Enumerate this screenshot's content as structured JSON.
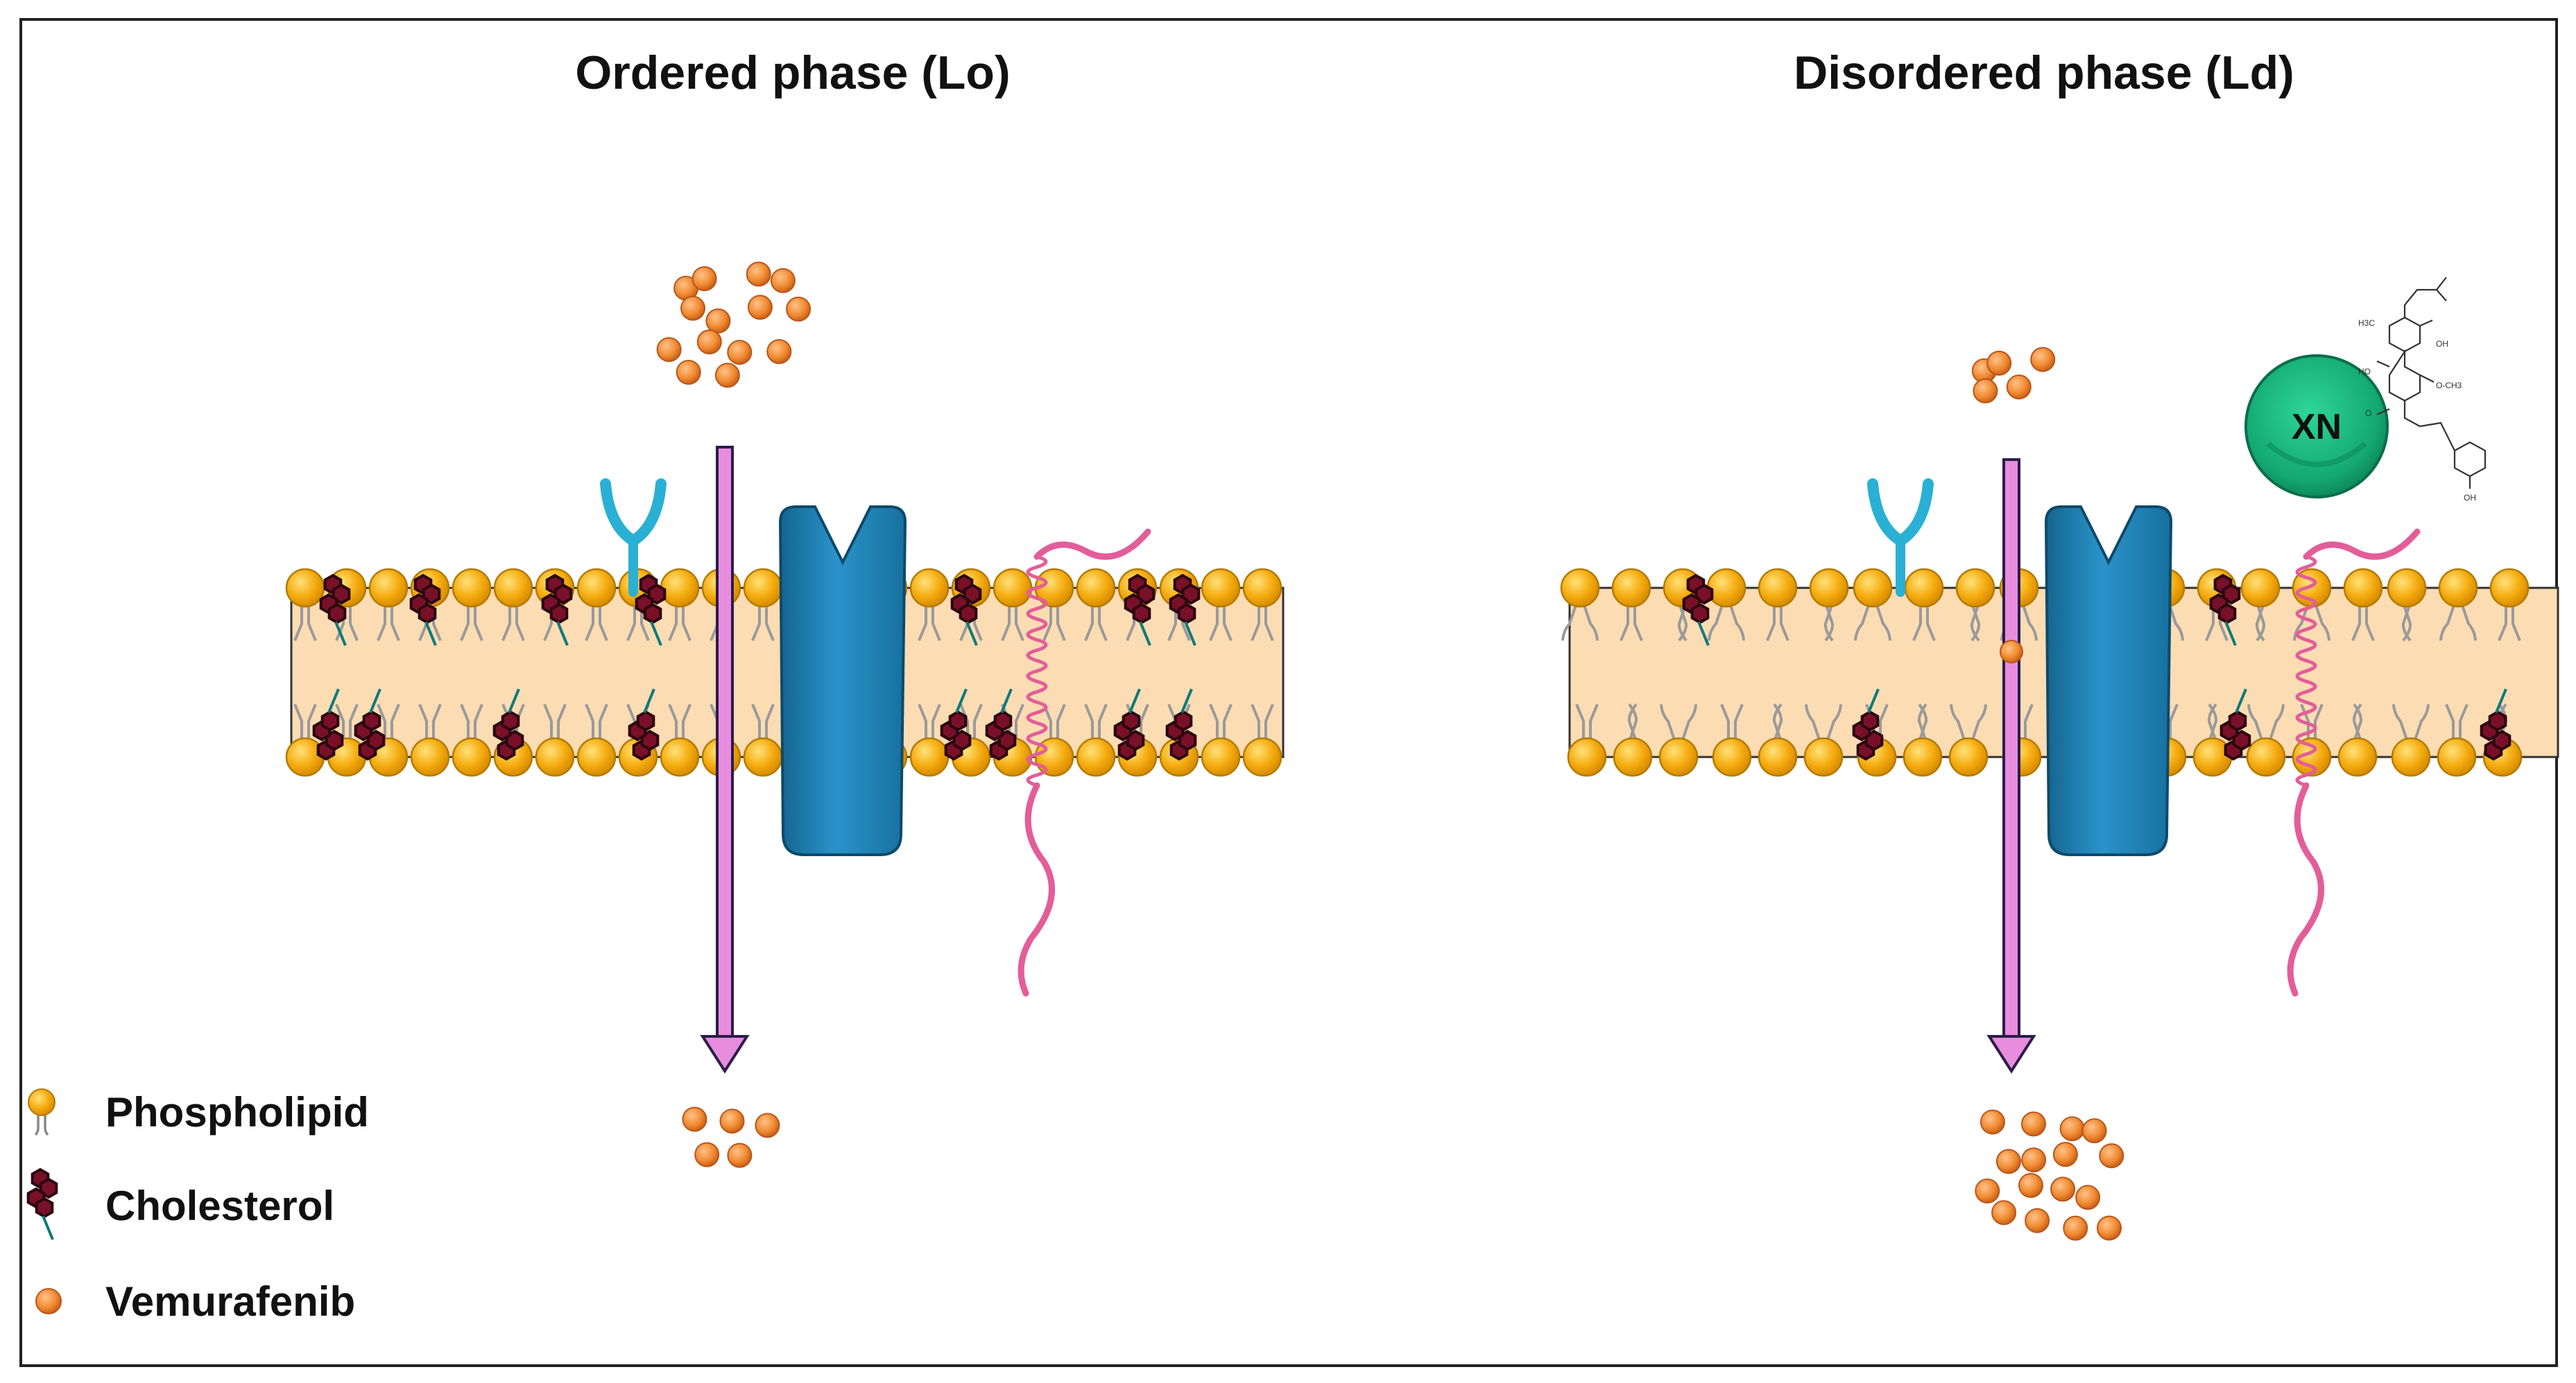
{
  "panels": [
    {
      "id": "ordered",
      "title": "Ordered phase (Lo)",
      "cholesterol": true,
      "drug_out_count": 14,
      "drug_in_count": 5
    },
    {
      "id": "disordered",
      "title": "Disordered phase (Ld)",
      "cholesterol": false,
      "drug_out_count": 5,
      "drug_in_count": 16
    }
  ],
  "xn_label": "XN",
  "chem": {
    "h3c": "H3C",
    "oh": "OH",
    "ho": "HO",
    "o": "O",
    "och3": "O-CH3"
  },
  "legend": [
    {
      "label": "Phospholipid",
      "icon": "phospholipid-icon"
    },
    {
      "label": "Cholesterol",
      "icon": "cholesterol-icon"
    },
    {
      "label": "Vemurafenib",
      "icon": "vemurafenib-icon"
    }
  ],
  "colors": {
    "head": "#F5AC10",
    "head_edge": "#B47A00",
    "membrane": "#FCDCB3",
    "cholesterol": "#7A1028",
    "vemurafenib": "#F08A30",
    "arrow": "#E88CDD",
    "channel": "#1F7FB5",
    "receptor": "#2AB0D4",
    "helix": "#E35D9A",
    "xn": "#17B57E"
  }
}
